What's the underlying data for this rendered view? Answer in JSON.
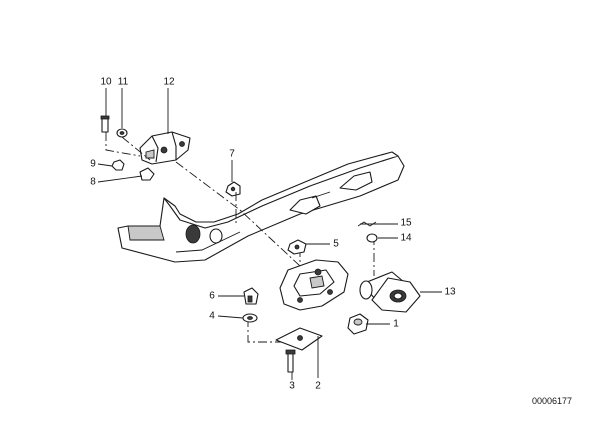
{
  "callouts": {
    "c1": "1",
    "c2": "2",
    "c3": "3",
    "c4": "4",
    "c5": "5",
    "c6": "6",
    "c7": "7",
    "c8": "8",
    "c9": "9",
    "c10": "10",
    "c11": "11",
    "c12": "12",
    "c13": "13",
    "c14": "14",
    "c15": "15"
  },
  "doc_number": "00006177"
}
